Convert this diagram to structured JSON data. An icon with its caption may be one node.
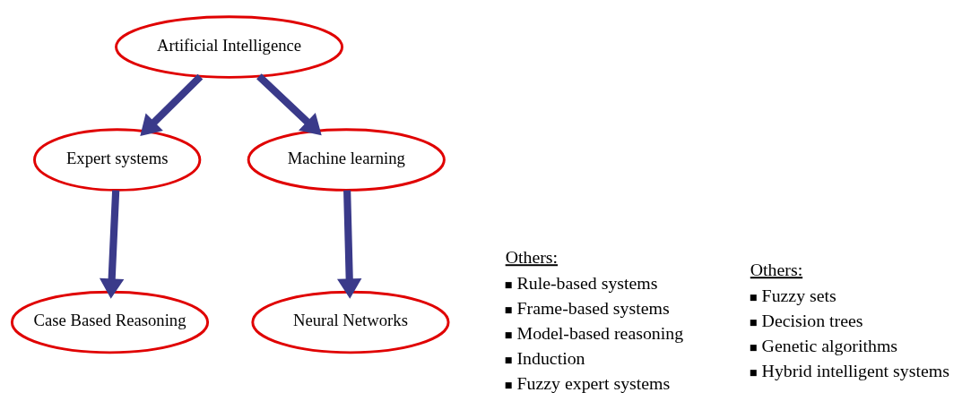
{
  "diagram": {
    "nodes": [
      {
        "text": [
          "Artificial Intelligence"
        ]
      },
      {
        "text": [
          "Expert systems"
        ]
      },
      {
        "text": [
          "Machine learning"
        ]
      },
      {
        "text": [
          "Case Based Reasoning"
        ]
      },
      {
        "text": [
          "Neural Networks"
        ]
      }
    ],
    "edges": [
      {
        "from": 0,
        "to": 1,
        "arrow": "to"
      },
      {
        "from": 0,
        "to": 2,
        "arrow": "to"
      },
      {
        "from": 1,
        "to": 3,
        "arrow": "to"
      },
      {
        "from": 2,
        "to": 4,
        "arrow": "to"
      }
    ],
    "labels": [
      "Others:",
      "Rule-based systems",
      "Frame-based systems",
      "Model-based reasoning",
      "Induction",
      "Fuzzy expert systems",
      "Others:",
      "Fuzzy sets",
      "Decision trees",
      "Genetic algorithms",
      "Hybrid intelligent systems"
    ]
  }
}
